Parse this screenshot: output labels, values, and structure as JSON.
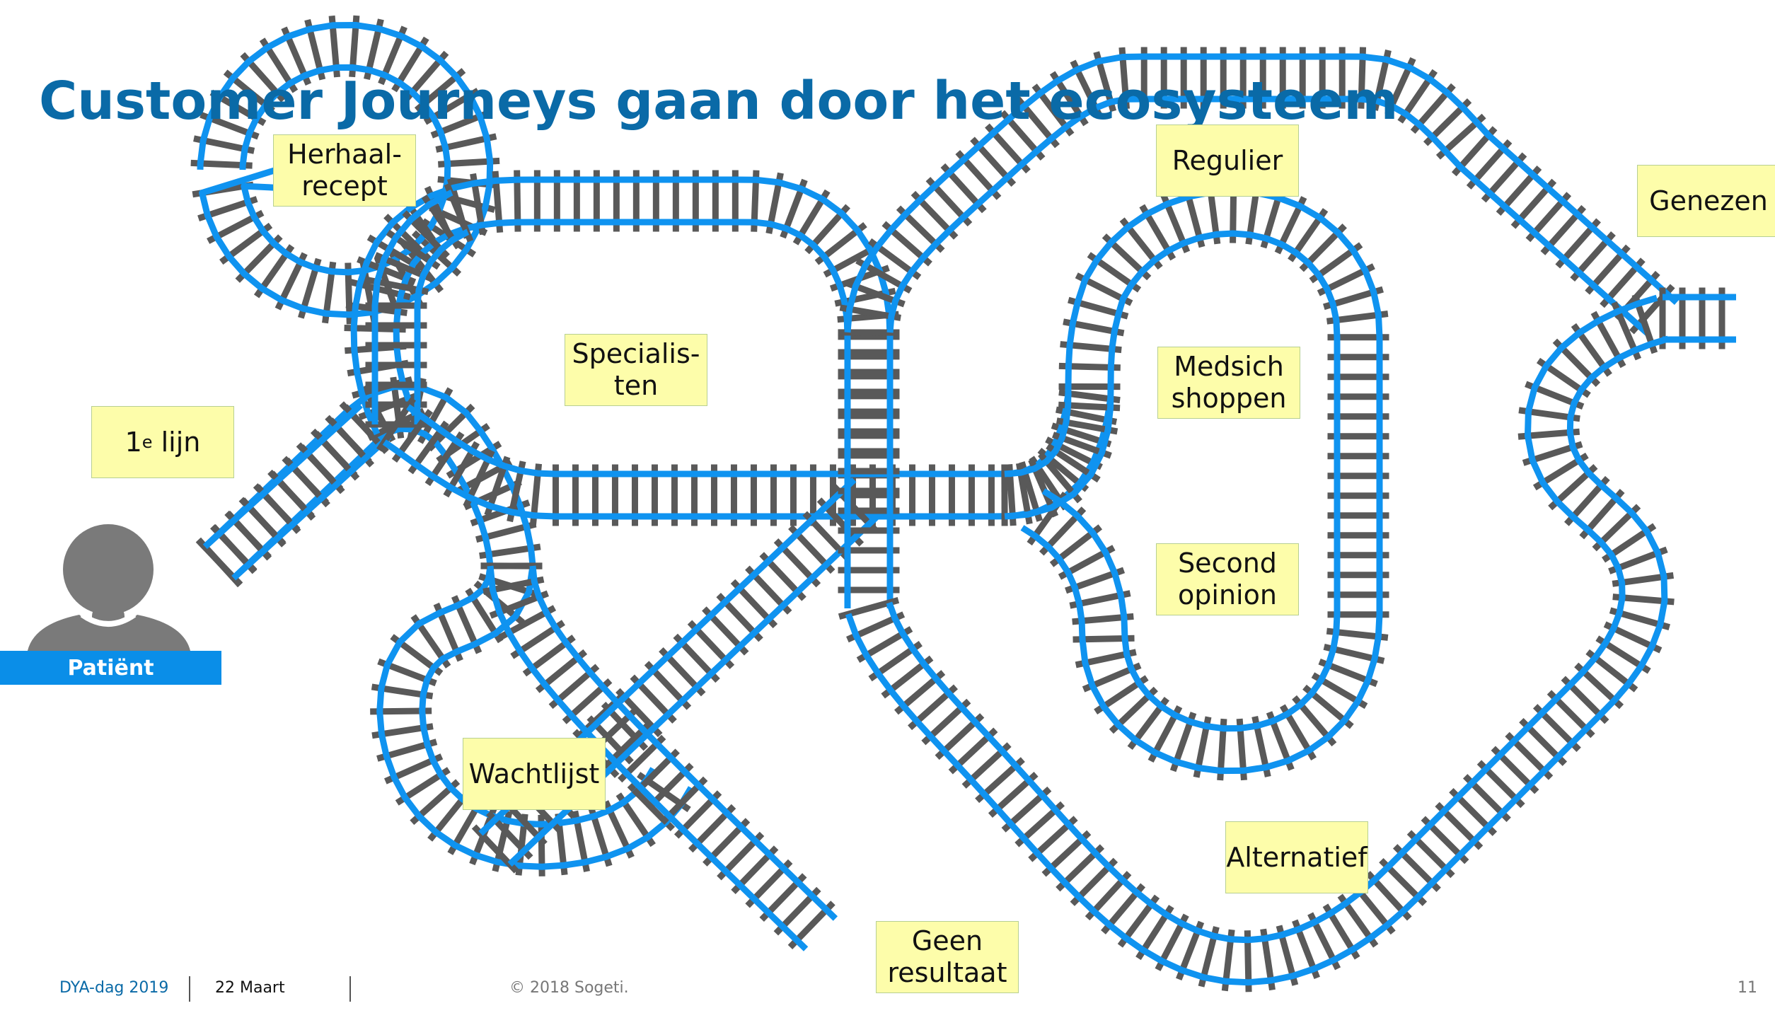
{
  "slide": {
    "title": "Customer Journeys gaan door het ecosysteem",
    "labels": {
      "herhaal": "Herhaal-\nrecept",
      "specialisten": "Specialis-\nten",
      "eerste_lijn_base": "1",
      "eerste_lijn_sup": "e",
      "eerste_lijn_rest": " lijn",
      "regulier": "Regulier",
      "genezen": "Genezen",
      "medisch": "Medsich\nshoppen",
      "second": "Second\nopinion",
      "wachtlijst": "Wachtlijst",
      "alternatief": "Alternatief",
      "geen": "Geen\nresultaat"
    },
    "patient": {
      "label": "Patiënt"
    },
    "footer": {
      "event": "DYA-dag 2019",
      "date": "22 Maart",
      "copyright": "© 2018 Sogeti.",
      "page": "11"
    }
  },
  "colors": {
    "title": "#0a6aa7",
    "rail": "#0f93f0",
    "sleeper": "#595959",
    "label_bg": "#fdfdaa",
    "patient_bar": "#0a8ee8",
    "patient_icon": "#7a7a7a"
  },
  "icons": [
    "patient-avatar-icon"
  ]
}
